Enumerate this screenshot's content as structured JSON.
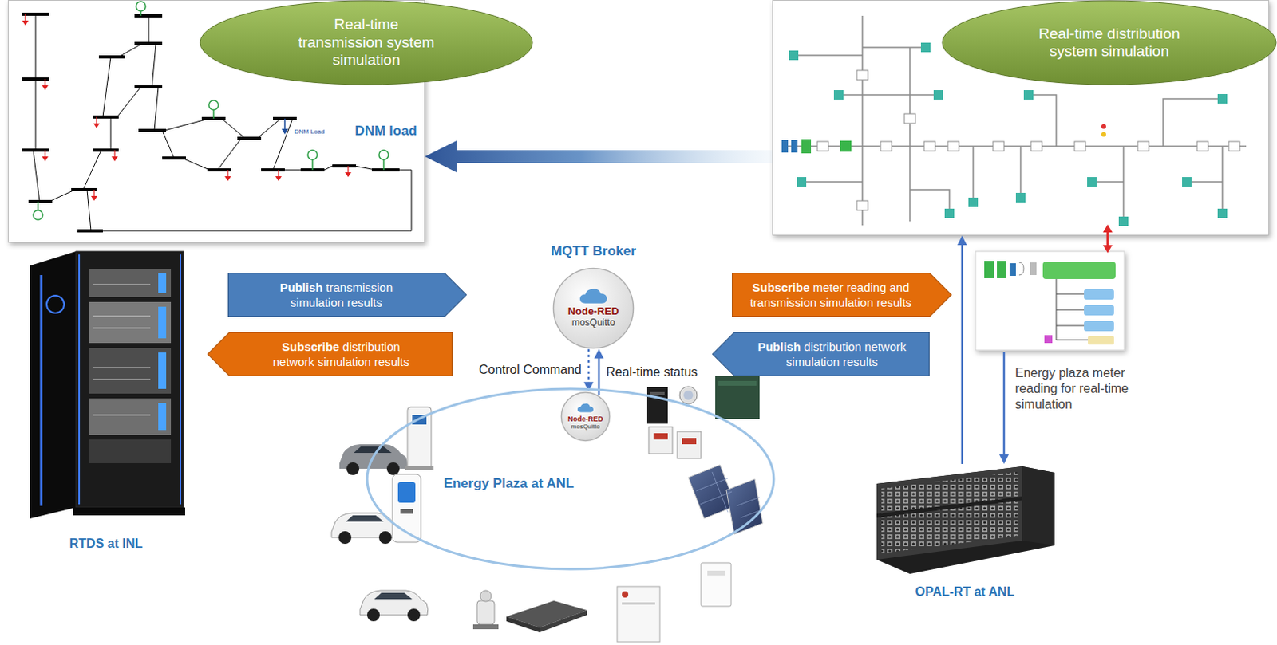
{
  "diagram": {
    "nodes": [
      {
        "text": [
          "Real-time transmission system simulation"
        ]
      },
      {
        "text": [
          "Real-time distribution system simulation"
        ]
      },
      {
        "text": [
          "RTDS at INL"
        ]
      },
      {
        "text": [
          "Publish",
          "transmission simulation results"
        ]
      },
      {
        "text": [
          "Subscribe",
          "distribution network simulation results"
        ]
      },
      {
        "text": [
          "MQTT Broker",
          "Node-RED",
          "mosQuitto"
        ]
      },
      {
        "text": [
          "Subscribe",
          "meter reading and transmission simulation results"
        ]
      },
      {
        "text": [
          "Publish",
          "distribution network simulation results"
        ]
      },
      {
        "text": [
          "Energy Plaza at ANL"
        ]
      },
      {
        "text": [
          "Node-RED",
          "mosQuitto"
        ],
        "in": 8
      },
      {
        "text": [
          "OPAL-RT at ANL"
        ]
      }
    ],
    "edges": [
      {
        "from": 1,
        "to": 0,
        "arrow": "to",
        "label": "DNM load"
      },
      {
        "from": 5,
        "to": 9,
        "arrow": "to",
        "label": "Control Command"
      },
      {
        "from": 9,
        "to": 5,
        "arrow": "to",
        "label": "Real-time status"
      },
      {
        "from": 10,
        "to": 1,
        "arrow": "to"
      }
    ],
    "labels": [
      "DNM Load",
      "Energy plaza meter reading for real-time simulation"
    ]
  }
}
